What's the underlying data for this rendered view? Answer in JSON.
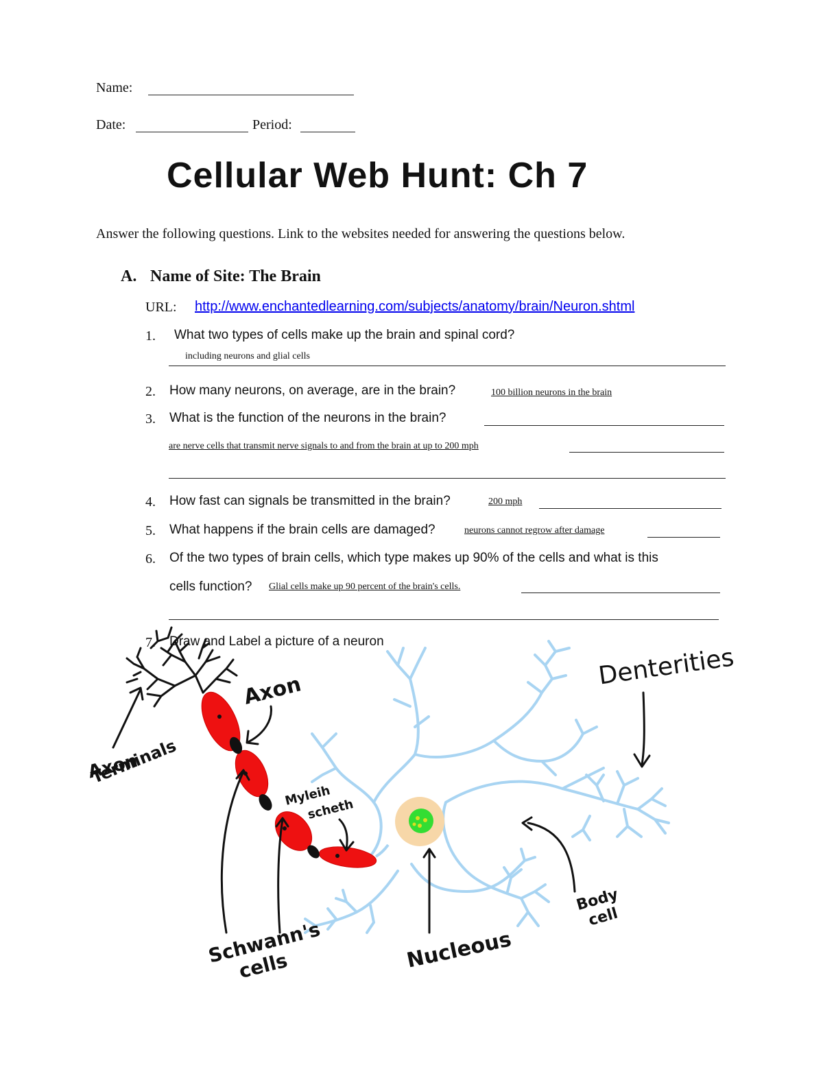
{
  "header": {
    "name_label": "Name:",
    "date_label": "Date:",
    "period_label": "Period:"
  },
  "title": "Cellular Web Hunt: Ch 7",
  "instructions": "Answer the following questions. Link to the websites needed for answering the questions below.",
  "section": {
    "letter": "A.",
    "title": "Name of Site:  The Brain",
    "url_label": "URL:",
    "url": "http://www.enchantedlearning.com/subjects/anatomy/brain/Neuron.shtml"
  },
  "questions": [
    {
      "num": "1.",
      "text": "What two types of cells make up the brain and spinal cord?",
      "answer": "including neurons and glial cells"
    },
    {
      "num": "2.",
      "text": "How many neurons, on average, are in the brain?",
      "answer": "100 billion neurons in the brain"
    },
    {
      "num": "3.",
      "text": "What is the function of the neurons in the brain?",
      "answer": "are nerve cells that transmit nerve signals to and from the brain at up to 200 mph"
    },
    {
      "num": "4.",
      "text": "How fast can signals be transmitted in the brain?",
      "answer": "200 mph"
    },
    {
      "num": "5.",
      "text": "What happens if the brain cells are damaged?",
      "answer": "neurons cannot regrow after damage"
    },
    {
      "num": "6.",
      "text": "Of the two types of brain cells, which type makes up 90% of the cells and what is this",
      "text2": "cells function?",
      "answer": "Glial cells make up 90 percent of the brain's cells."
    },
    {
      "num": "7.",
      "text": "Draw and Label a picture of a neuron"
    }
  ],
  "drawing_labels": {
    "axon": "Axon",
    "axon_terminals_1": "Axon",
    "axon_terminals_2": "Terminals",
    "myelin_1": "Myleih",
    "myelin_2": "scheth",
    "schwann_1": "Schwann's",
    "schwann_2": "cells",
    "nucleus": "Nucleous",
    "dendrites": "Denterities",
    "body_1": "Body",
    "body_2": "cell"
  },
  "colors": {
    "link": "#0000ee",
    "myelin": "#ee1111",
    "dendrite": "#a8d4f2",
    "cell_body": "#f7d7a8",
    "nucleus": "#33dd33",
    "nucleolus": "#dddd22"
  }
}
